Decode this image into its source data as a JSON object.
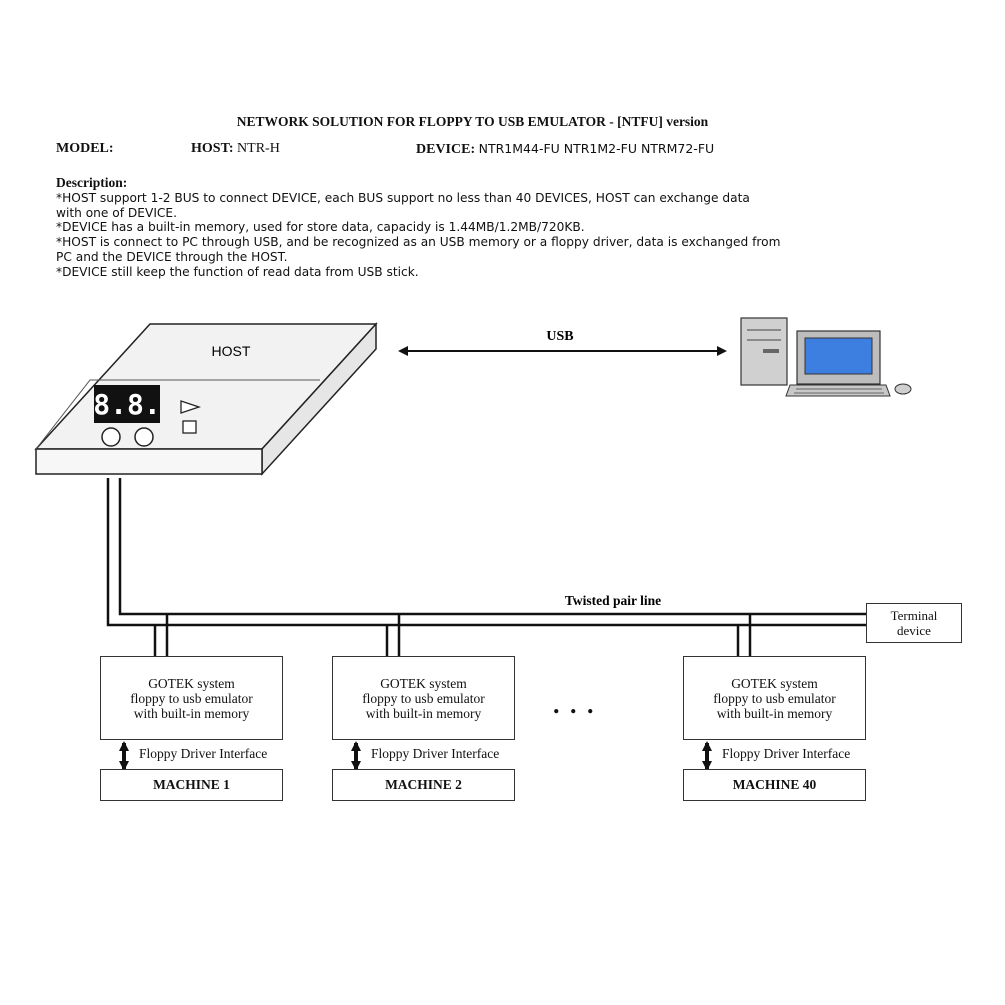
{
  "title": "NETWORK SOLUTION FOR FLOPPY TO USB EMULATOR  - [NTFU] version",
  "model": {
    "model_label": "MODEL:",
    "host_label": "HOST:",
    "host_value": "NTR-H",
    "device_label": "DEVICE:",
    "device_value": "NTR1M44-FU  NTR1M2-FU  NTRM72-FU"
  },
  "description": {
    "heading": "Description:",
    "lines": [
      "*HOST support 1-2 BUS to connect DEVICE, each BUS support no less than 40 DEVICES, HOST can exchange data",
      " with one of DEVICE.",
      "*DEVICE has a built-in memory, used for store data, capacidy is 1.44MB/1.2MB/720KB.",
      "*HOST is connect to PC through USB, and be recognized as an USB memory or a floppy driver, data is exchanged from",
      " PC and the DEVICE through the HOST.",
      "*DEVICE still keep the function of read data from USB stick."
    ]
  },
  "diagram": {
    "host_label": "HOST",
    "host_display": "8.8.",
    "usb_label": "USB",
    "twisted_pair_label": "Twisted pair line",
    "terminal_lines": [
      "Terminal",
      "device"
    ],
    "ellipsis": ". . .",
    "devices": [
      {
        "lines": [
          "GOTEK system",
          "floppy to usb emulator",
          "with built-in memory"
        ],
        "interface": "Floppy Driver Interface",
        "machine": "MACHINE 1"
      },
      {
        "lines": [
          "GOTEK system",
          "floppy to usb emulator",
          "with built-in memory"
        ],
        "interface": "Floppy Driver Interface",
        "machine": "MACHINE 2"
      },
      {
        "lines": [
          "GOTEK system",
          "floppy to usb emulator",
          "with built-in memory"
        ],
        "interface": "Floppy Driver Interface",
        "machine": "MACHINE 40"
      }
    ]
  }
}
